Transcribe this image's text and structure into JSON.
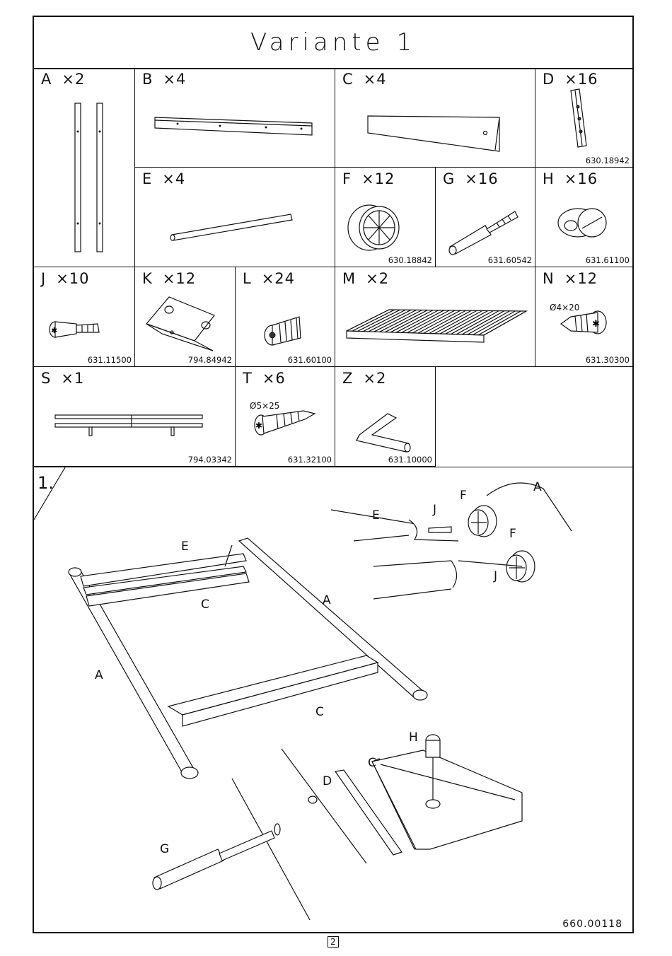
{
  "title": "Variante 1",
  "parts": [
    {
      "id": "A",
      "qty": "×2",
      "code": ""
    },
    {
      "id": "B",
      "qty": "×4",
      "code": ""
    },
    {
      "id": "C",
      "qty": "×4",
      "code": ""
    },
    {
      "id": "D",
      "qty": "×16",
      "code": "630.18942"
    },
    {
      "id": "E",
      "qty": "×4",
      "code": ""
    },
    {
      "id": "F",
      "qty": "×12",
      "code": "630.18842"
    },
    {
      "id": "G",
      "qty": "×16",
      "code": "631.60542"
    },
    {
      "id": "H",
      "qty": "×16",
      "code": "631.61100"
    },
    {
      "id": "J",
      "qty": "×10",
      "code": "631.11500"
    },
    {
      "id": "K",
      "qty": "×12",
      "code": "794.84942"
    },
    {
      "id": "L",
      "qty": "×24",
      "code": "631.60100"
    },
    {
      "id": "M",
      "qty": "×2",
      "code": ""
    },
    {
      "id": "N",
      "qty": "×12",
      "code": "631.30300",
      "dim": "Ø4×20"
    },
    {
      "id": "S",
      "qty": "×1",
      "code": "794.03342"
    },
    {
      "id": "T",
      "qty": "×6",
      "code": "631.32100",
      "dim": "Ø5×25"
    },
    {
      "id": "Z",
      "qty": "×2",
      "code": "631.10000"
    }
  ],
  "assembly": {
    "step": "1.",
    "callouts": [
      "E",
      "J",
      "F",
      "A",
      "F",
      "J",
      "E",
      "C",
      "A",
      "A",
      "C",
      "H",
      "C",
      "D",
      "G"
    ]
  },
  "doc_number": "660.00118",
  "page_number": "2"
}
